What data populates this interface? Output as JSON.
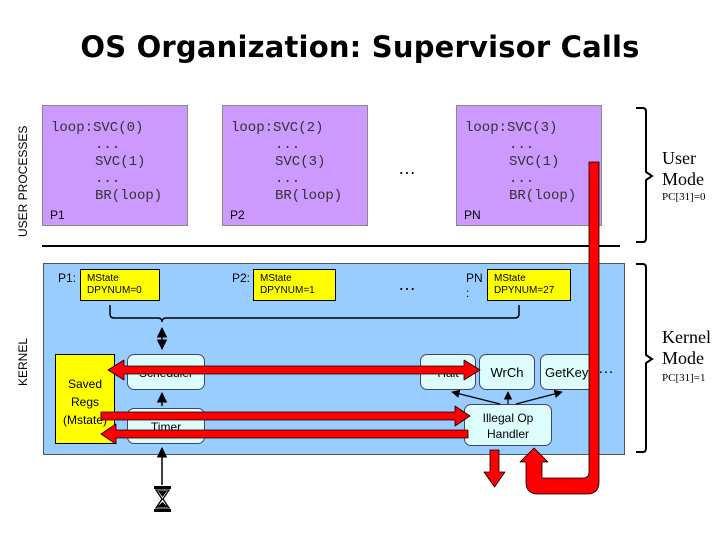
{
  "title": "OS Organization: Supervisor Calls",
  "user_processes_label": "USER PROCESSES",
  "kernel_label": "KERNEL",
  "processes": [
    {
      "line1": "loop:SVC(0)",
      "line2": "...",
      "line3": "SVC(1)",
      "line4": "...",
      "line5": "BR(loop)",
      "name": "P1"
    },
    {
      "line1": "loop:SVC(2)",
      "line2": "...",
      "line3": "SVC(3)",
      "line4": "...",
      "line5": "BR(loop)",
      "name": "P2"
    },
    {
      "line1": "loop:SVC(3)",
      "line2": "...",
      "line3": "SVC(1)",
      "line4": "...",
      "line5": "BR(loop)",
      "name": "PN"
    }
  ],
  "user_ellipsis": "…",
  "user_mode": {
    "line1": "User",
    "line2": "Mode",
    "pc": "PC[31]=0"
  },
  "kernel_mode": {
    "line1": "Kernel",
    "line2": "Mode",
    "pc": "PC[31]=1"
  },
  "mstates": [
    {
      "label": "P1:",
      "line1": "MState",
      "line2": "DPYNUM=0"
    },
    {
      "label": "P2:",
      "line1": "MState",
      "line2": "DPYNUM=1"
    },
    {
      "label": "PN",
      "label2": ":",
      "line1": "MState",
      "line2": "DPYNUM=27"
    }
  ],
  "kernel_ellipsis": "…",
  "saved_regs": {
    "line1": "Saved",
    "line2": "Regs",
    "line3": "(Mstate)"
  },
  "handlers": {
    "scheduler": "Scheduler",
    "timer": "Timer",
    "halt": "Halt",
    "wrch": "WrCh",
    "getkey": "GetKey",
    "handler_ellipsis": "…",
    "illegal_op": {
      "line1": "Illegal Op",
      "line2": "Handler"
    }
  },
  "colors": {
    "process_fill": "#cc99ff",
    "kernel_fill": "#99ccff",
    "mstate_fill": "#ffff00",
    "handler_fill": "#ddfcfc",
    "arrow_red": "#ff0000"
  },
  "icons": [
    "hourglass-icon"
  ]
}
